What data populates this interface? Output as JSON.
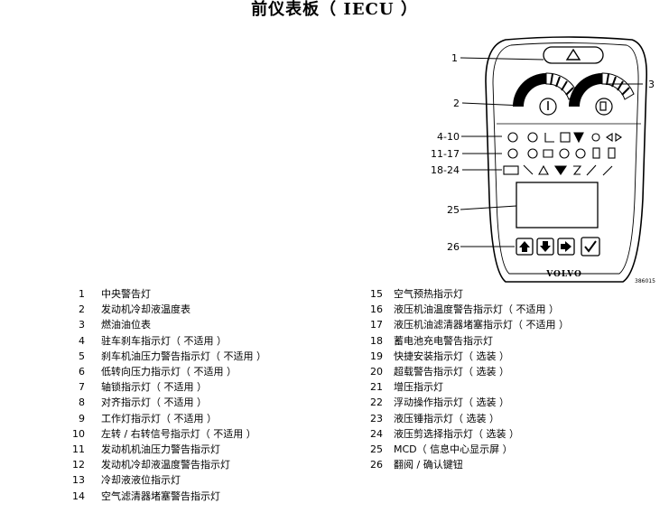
{
  "title": "前仪表板（ IECU ）",
  "panel": {
    "callouts": {
      "c1": "1",
      "c2": "2",
      "c3": "3",
      "row1": "4-10",
      "row2": "11-17",
      "row3": "18-24",
      "display": "25",
      "buttons": "26"
    },
    "brand": "VOLVO",
    "figure_code": "386015"
  },
  "legend_left": [
    {
      "num": "1",
      "text": "中央警告灯"
    },
    {
      "num": "2",
      "text": "发动机冷却液温度表"
    },
    {
      "num": "3",
      "text": "燃油油位表"
    },
    {
      "num": "4",
      "text": "驻车刹车指示灯（ 不适用 ）"
    },
    {
      "num": "5",
      "text": "刹车机油压力警告指示灯（ 不适用 ）"
    },
    {
      "num": "6",
      "text": "低转向压力指示灯（ 不适用 ）"
    },
    {
      "num": "7",
      "text": "轴锁指示灯（ 不适用 ）"
    },
    {
      "num": "8",
      "text": "对齐指示灯（ 不适用 ）"
    },
    {
      "num": "9",
      "text": "工作灯指示灯（ 不适用 ）"
    },
    {
      "num": "10",
      "text": "左转 / 右转信号指示灯（ 不适用 ）"
    },
    {
      "num": "11",
      "text": "发动机机油压力警告指示灯"
    },
    {
      "num": "12",
      "text": "发动机冷却液温度警告指示灯"
    },
    {
      "num": "13",
      "text": "冷却液液位指示灯"
    },
    {
      "num": "14",
      "text": "空气滤清器堵塞警告指示灯"
    }
  ],
  "legend_right": [
    {
      "num": "15",
      "text": "空气预热指示灯"
    },
    {
      "num": "16",
      "text": "液压机油温度警告指示灯（ 不适用 ）"
    },
    {
      "num": "17",
      "text": "液压机油滤清器堵塞指示灯（ 不适用 ）"
    },
    {
      "num": "18",
      "text": "蓄电池充电警告指示灯"
    },
    {
      "num": "19",
      "text": "快捷安装指示灯（ 选装 ）"
    },
    {
      "num": "20",
      "text": "超载警告指示灯（ 选装 ）"
    },
    {
      "num": "21",
      "text": "增压指示灯"
    },
    {
      "num": "22",
      "text": "浮动操作指示灯（ 选装 ）"
    },
    {
      "num": "23",
      "text": "液压锤指示灯（ 选装 ）"
    },
    {
      "num": "24",
      "text": "液压剪选择指示灯（ 选装 ）"
    },
    {
      "num": "25",
      "text": "MCD（ 信息中心显示屏 ）"
    },
    {
      "num": "26",
      "text": "翻阅 / 确认键钮"
    }
  ]
}
